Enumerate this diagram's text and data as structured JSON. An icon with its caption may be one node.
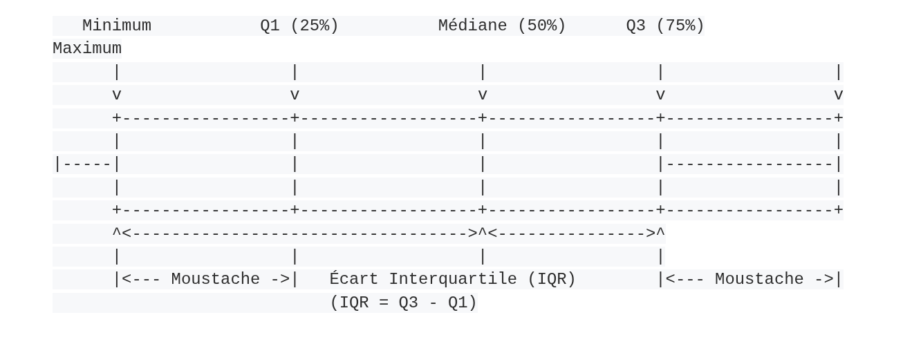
{
  "diagram": {
    "labels": [
      "Minimum",
      "Q1 (25%)",
      "Médiane (50%)",
      "Q3 (75%)",
      "Maximum",
      "|",
      "|",
      "|",
      "|",
      "|",
      "v",
      "v",
      "v",
      "v",
      "v",
      "+-----------------+------------------+-----------------+-----------------+",
      "|",
      "|",
      "|",
      "|",
      "|",
      "|-----|",
      "|",
      "|",
      "|-----------------|",
      "|",
      "|",
      "|",
      "|",
      "|",
      "+-----------------+------------------+-----------------+-----------------+",
      "^<---------------------------------->^<--------------->^",
      "|",
      "|",
      "|",
      "|",
      "|<--- Moustache ->|",
      "Écart Interquartile (IQR)",
      "|<--- Moustache ->|",
      "(IQR = Q3 - Q1)"
    ]
  }
}
